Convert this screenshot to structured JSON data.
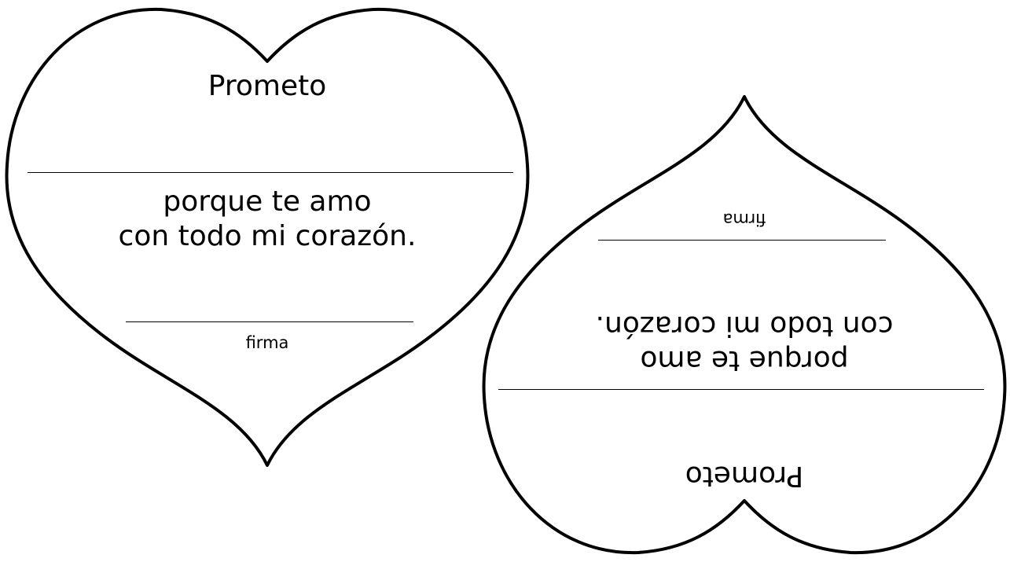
{
  "cards": [
    {
      "id": "upright",
      "title": "Prometo",
      "message_lines": [
        "porque te amo",
        "con todo mi corazón."
      ],
      "signature_label": "firma"
    },
    {
      "id": "inverted",
      "title": "Prometo",
      "message_lines": [
        "porque te amo",
        "con todo mi corazón."
      ],
      "signature_label": "firma"
    }
  ]
}
